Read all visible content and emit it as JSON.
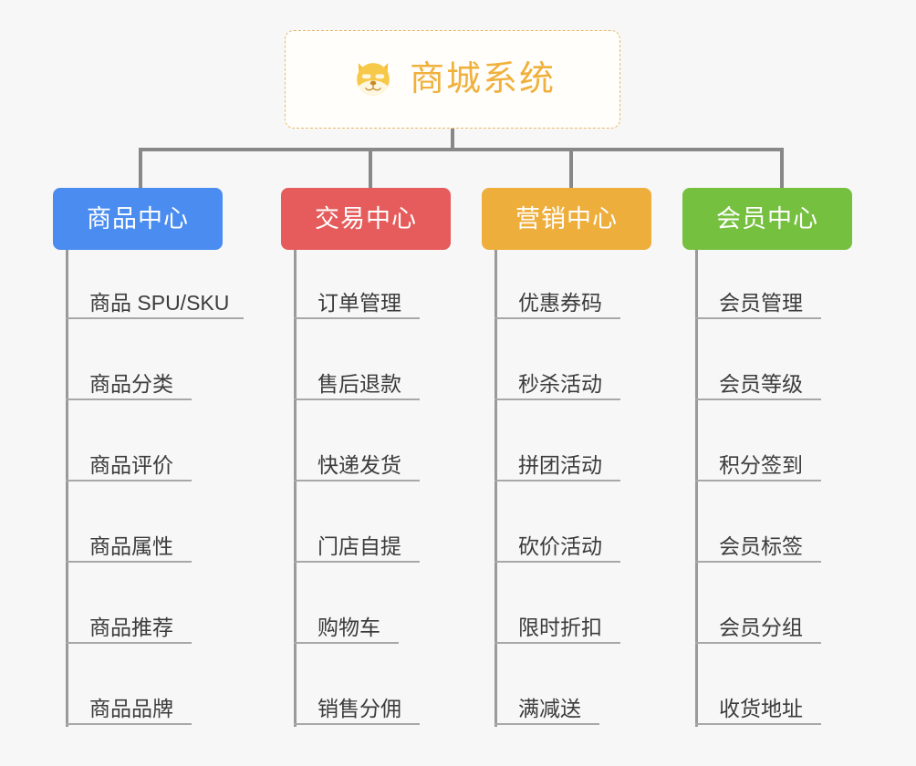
{
  "page": {
    "background_color": "#f7f7f7",
    "diagram_type": "org-chart"
  },
  "root": {
    "title": "商城系统",
    "icon": "dog-face-icon",
    "border_color": "#e8b96a",
    "text_color": "#f0b03c",
    "background_color": "#fffefb"
  },
  "categories": [
    {
      "label": "商品中心",
      "color": "#4a8cf0",
      "items": [
        "商品 SPU/SKU",
        "商品分类",
        "商品评价",
        "商品属性",
        "商品推荐",
        "商品品牌"
      ]
    },
    {
      "label": "交易中心",
      "color": "#e65c5c",
      "items": [
        "订单管理",
        "售后退款",
        "快递发货",
        "门店自提",
        "购物车",
        "销售分佣"
      ]
    },
    {
      "label": "营销中心",
      "color": "#eeae3c",
      "items": [
        "优惠券码",
        "秒杀活动",
        "拼团活动",
        "砍价活动",
        "限时折扣",
        "满减送"
      ]
    },
    {
      "label": "会员中心",
      "color": "#76c040",
      "items": [
        "会员管理",
        "会员等级",
        "积分签到",
        "会员标签",
        "会员分组",
        "收货地址"
      ]
    }
  ],
  "connector": {
    "color": "#888888",
    "spine_color": "#9a9a9a",
    "rule_color": "#a8a8a8"
  }
}
